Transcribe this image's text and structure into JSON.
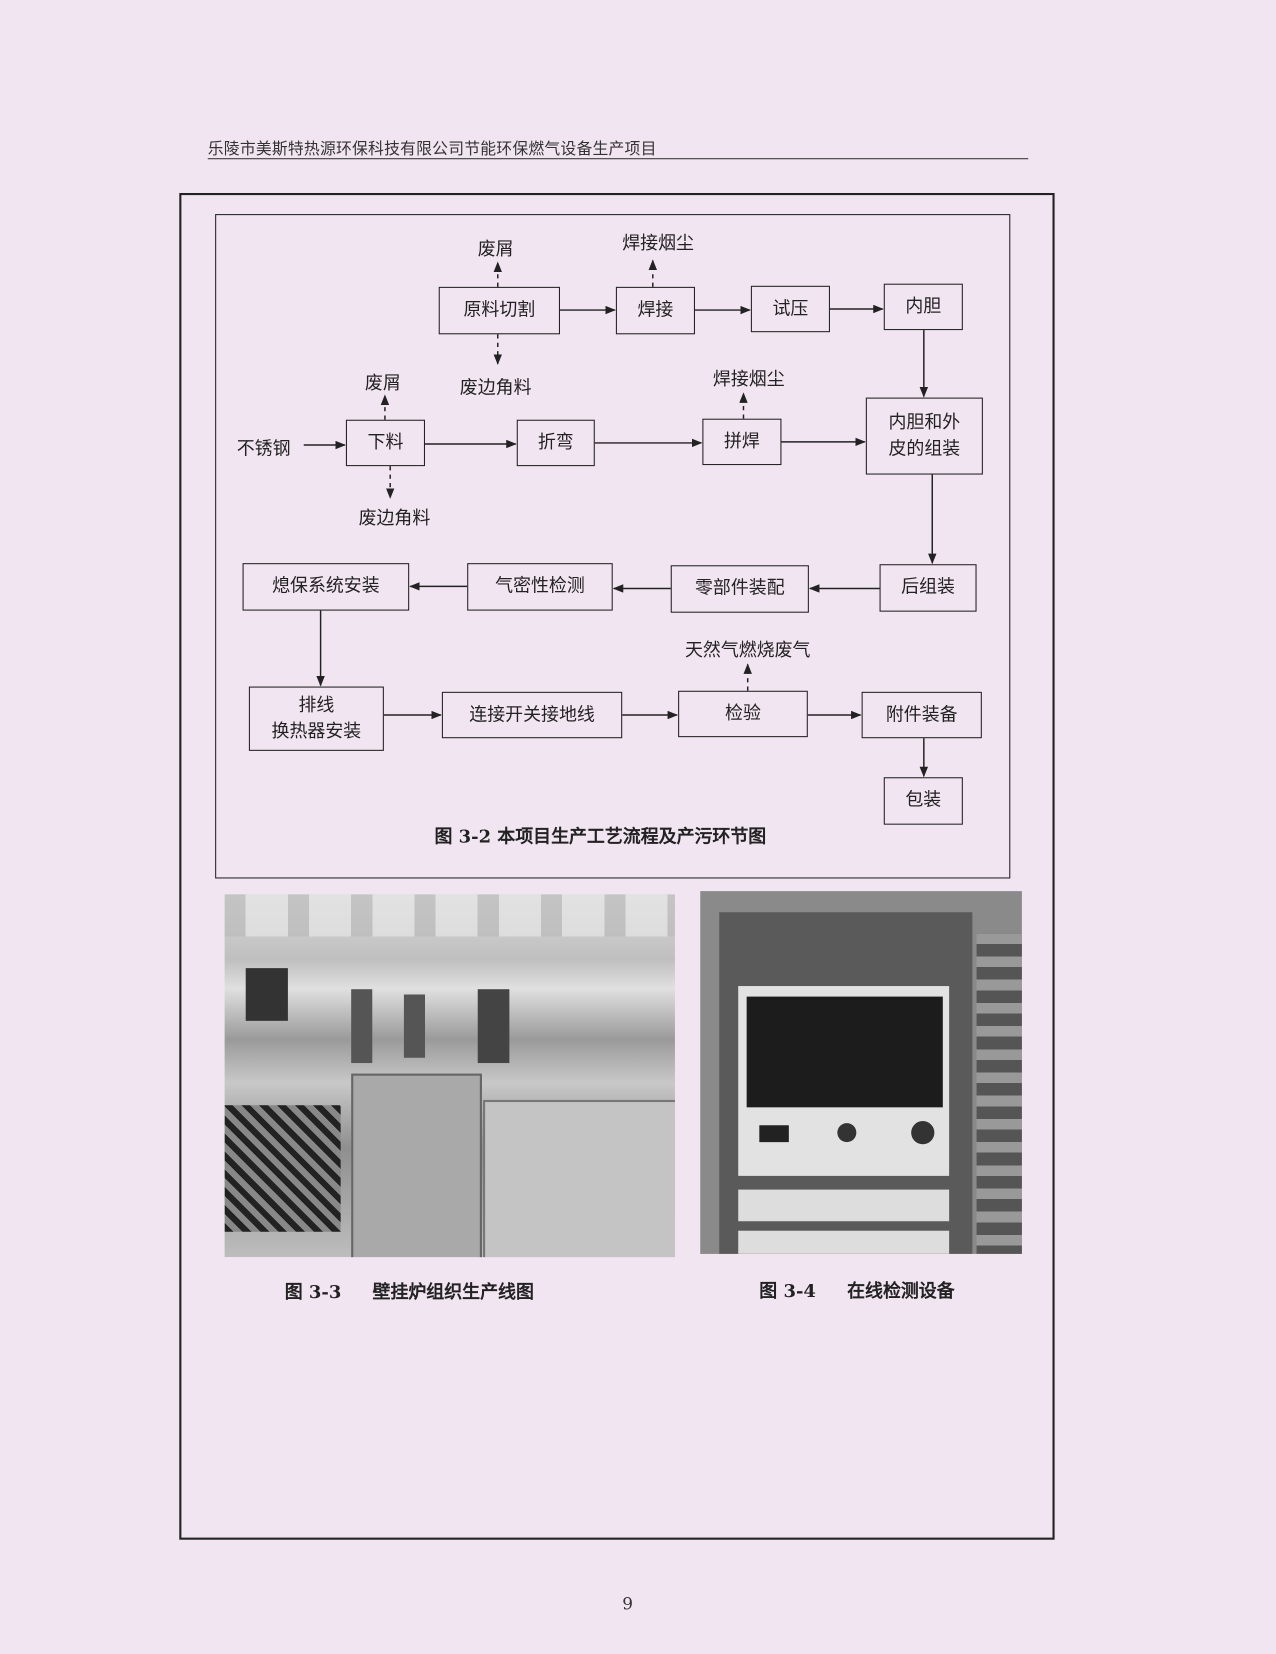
{
  "header": {
    "title": "乐陵市美斯特热源环保科技有限公司节能环保燃气设备生产项目"
  },
  "flowchart": {
    "nodes": {
      "raw_cut": "原料切割",
      "weld": "焊接",
      "pressure_test": "试压",
      "liner": "内胆",
      "blanking": "下料",
      "bending": "折弯",
      "splice_weld": "拼焊",
      "liner_shell_line1": "内胆和外",
      "liner_shell_line2": "皮的组装",
      "post_assembly": "后组装",
      "parts_assembly": "零部件装配",
      "airtight_test": "气密性检测",
      "flame_protect": "熄保系统安装",
      "wiring_line1": "排线",
      "wiring_line2": "换热器安装",
      "switch_ground": "连接开关接地线",
      "inspection": "检验",
      "accessories": "附件装备",
      "packaging": "包装"
    },
    "labels": {
      "scrap_top": "废屑",
      "weld_fume_top": "焊接烟尘",
      "offcut_top": "废边角料",
      "scrap_mid": "废屑",
      "weld_fume_mid": "焊接烟尘",
      "stainless": "不锈钢",
      "offcut_mid": "废边角料",
      "gas_exhaust": "天然气燃烧废气"
    },
    "caption": "图 3-2  本项目生产工艺流程及产污环节图"
  },
  "figures": [
    {
      "caption_num": "图 3-3",
      "caption_text": "壁挂炉组织生产线图"
    },
    {
      "caption_num": "图 3-4",
      "caption_text": "在线检测设备"
    }
  ],
  "page_number": "9"
}
